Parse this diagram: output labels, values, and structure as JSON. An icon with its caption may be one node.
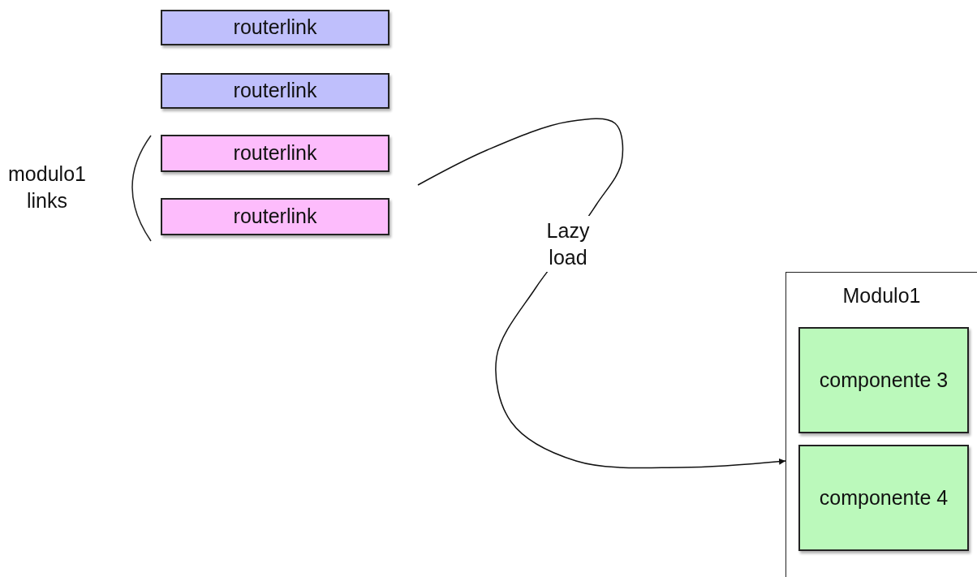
{
  "diagram": {
    "nodes": [
      {
        "text": [
          "routerlink"
        ]
      },
      {
        "text": [
          "routerlink"
        ]
      },
      {
        "text": [
          "routerlink"
        ]
      },
      {
        "text": [
          "routerlink"
        ]
      },
      {
        "text": [
          "Modulo1"
        ]
      },
      {
        "text": [
          "componente 3"
        ],
        "in": 4
      },
      {
        "text": [
          "componente 4"
        ],
        "in": 4
      }
    ],
    "edges": [
      {
        "from": null,
        "to": 4,
        "arrow": "to",
        "label": "Lazy load"
      }
    ],
    "labels": [
      "modulo1 links"
    ]
  }
}
